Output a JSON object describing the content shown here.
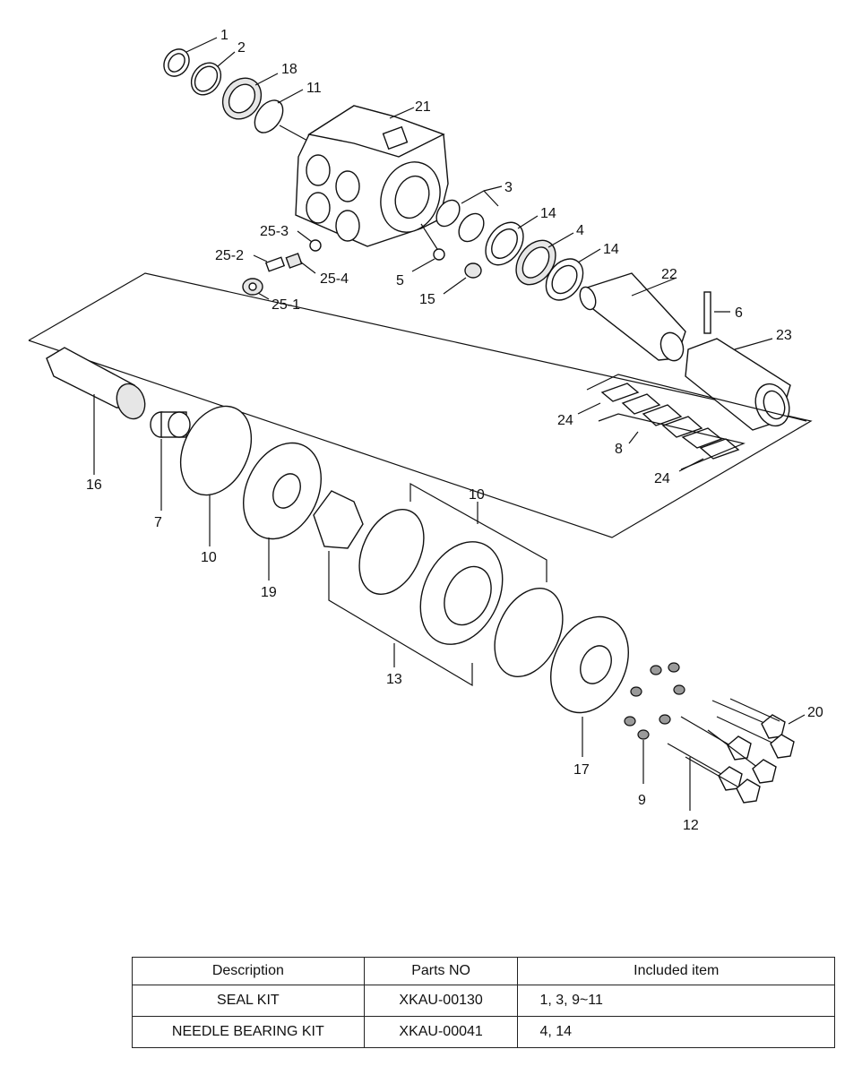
{
  "diagram": {
    "labels": [
      "1",
      "2",
      "18",
      "11",
      "21",
      "3",
      "14",
      "4",
      "14",
      "25-3",
      "25-2",
      "25-4",
      "25-1",
      "5",
      "15",
      "22",
      "6",
      "23",
      "24",
      "8",
      "24",
      "16",
      "7",
      "10",
      "19",
      "10",
      "13",
      "17",
      "20",
      "9",
      "12"
    ]
  },
  "kit_table": {
    "headers": [
      "Description",
      "Parts NO",
      "Included item"
    ],
    "rows": [
      {
        "description": "SEAL KIT",
        "parts_no": "XKAU-00130",
        "included": "1, 3, 9~11"
      },
      {
        "description": "NEEDLE BEARING KIT",
        "parts_no": "XKAU-00041",
        "included": "4, 14"
      }
    ]
  }
}
